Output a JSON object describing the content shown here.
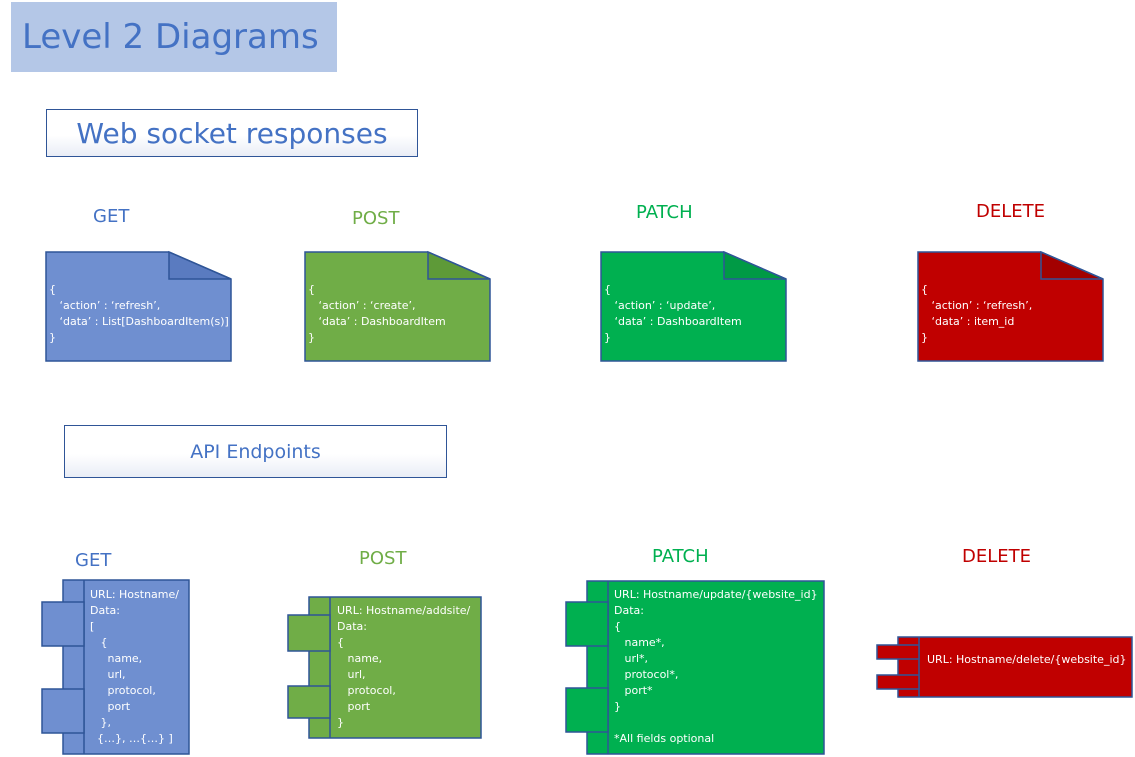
{
  "page_title": "Level 2 Diagrams",
  "sections": {
    "websocket": "Web socket responses",
    "api": "API Endpoints"
  },
  "colors": {
    "get": "#4472c4",
    "get_fill": "#6f8fd0",
    "post": "#70ad47",
    "patch": "#00b050",
    "delete": "#c00000",
    "border_dark": "#2f5597"
  },
  "websocket_notes": [
    {
      "method": "GET",
      "icon": "note-document-icon",
      "body": "{\n   ‘action’ : ‘refresh’,\n   ‘data’ : List[DashboardItem(s)]\n}"
    },
    {
      "method": "POST",
      "icon": "note-document-icon",
      "body": "{\n   ‘action’ : ‘create’,\n   ‘data’ : DashboardItem\n}"
    },
    {
      "method": "PATCH",
      "icon": "note-document-icon",
      "body": "{\n   ‘action’ : ‘update’,\n   ‘data’ : DashboardItem\n}"
    },
    {
      "method": "DELETE",
      "icon": "note-document-icon",
      "body": "{\n   ‘action’ : ‘refresh’,\n   ‘data’ : item_id\n}"
    }
  ],
  "api_endpoints": [
    {
      "method": "GET",
      "icon": "component-icon",
      "body": "URL: Hostname/\nData:\n[\n   {\n     name,\n     url,\n     protocol,\n     port\n   },\n  {…}, …{…} ]"
    },
    {
      "method": "POST",
      "icon": "component-icon",
      "body": "URL: Hostname/addsite/\nData:\n{\n   name,\n   url,\n   protocol,\n   port\n}"
    },
    {
      "method": "PATCH",
      "icon": "component-icon",
      "body": "URL: Hostname/update/{website_id}\nData:\n{\n   name*,\n   url*,\n   protocol*,\n   port*\n}\n\n*All fields optional"
    },
    {
      "method": "DELETE",
      "icon": "component-icon",
      "body": "URL: Hostname/delete/{website_id}"
    }
  ]
}
